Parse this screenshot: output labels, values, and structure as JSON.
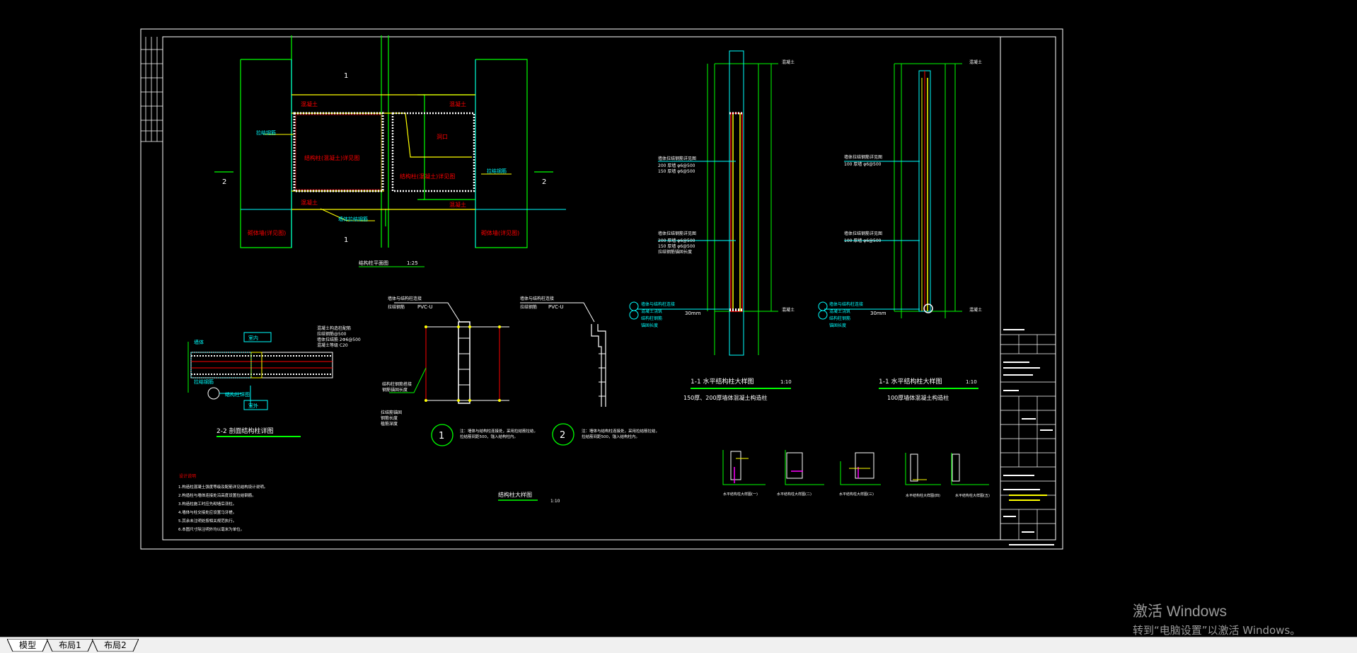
{
  "tabs": [
    {
      "label": "模型",
      "active": true
    },
    {
      "label": "布局1",
      "active": false
    },
    {
      "label": "布局2",
      "active": false
    }
  ],
  "watermark": {
    "line1": "激活 Windows",
    "line2": "转到“电脑设置”以激活 Windows。"
  },
  "colors": {
    "background": "#000000",
    "green": "#00ff00",
    "red": "#ff0000",
    "cyan": "#00ffff",
    "yellow": "#ffff00",
    "white": "#ffffff"
  },
  "drawing": {
    "plan_markers": {
      "section_1": "1",
      "section_2": "2"
    },
    "plan_title": "结构柱平面图",
    "plan_scale": "1:25",
    "detail_markers": [
      "1",
      "2"
    ],
    "pvc_label": "PVC-U",
    "dim_30mm": "30mm",
    "view_titles": {
      "section_2_2": "2-2 剖面结构柱详图",
      "section_1_1_a": "1-1 水平结构柱大样图",
      "section_1_1_b": "1-1 水平结构柱大样图",
      "detail_enlarged": "结构柱大样图"
    },
    "view_scales": {
      "section_1_1_a": "1:10",
      "section_1_1_b": "1:10",
      "detail_enlarged": "1:10"
    },
    "view_subtitles": {
      "section_1_1_a": "150厚、200厚墙体混凝土构造柱",
      "section_1_1_b": "100厚墙体混凝土构造柱"
    },
    "notes_title": "设计说明",
    "notes": [
      "1.构造柱混凝土强度等级及配筋详见结构设计说明。",
      "2.构造柱与墙体连接处沿高度设置拉结钢筋。",
      "3.构造柱施工时应先砌墙后浇柱。",
      "4.墙体与柱交接处应设置马牙槎。",
      "5.其余未注明处按相关规范执行。",
      "6.本图尺寸除注明外均以毫米为单位。"
    ]
  }
}
